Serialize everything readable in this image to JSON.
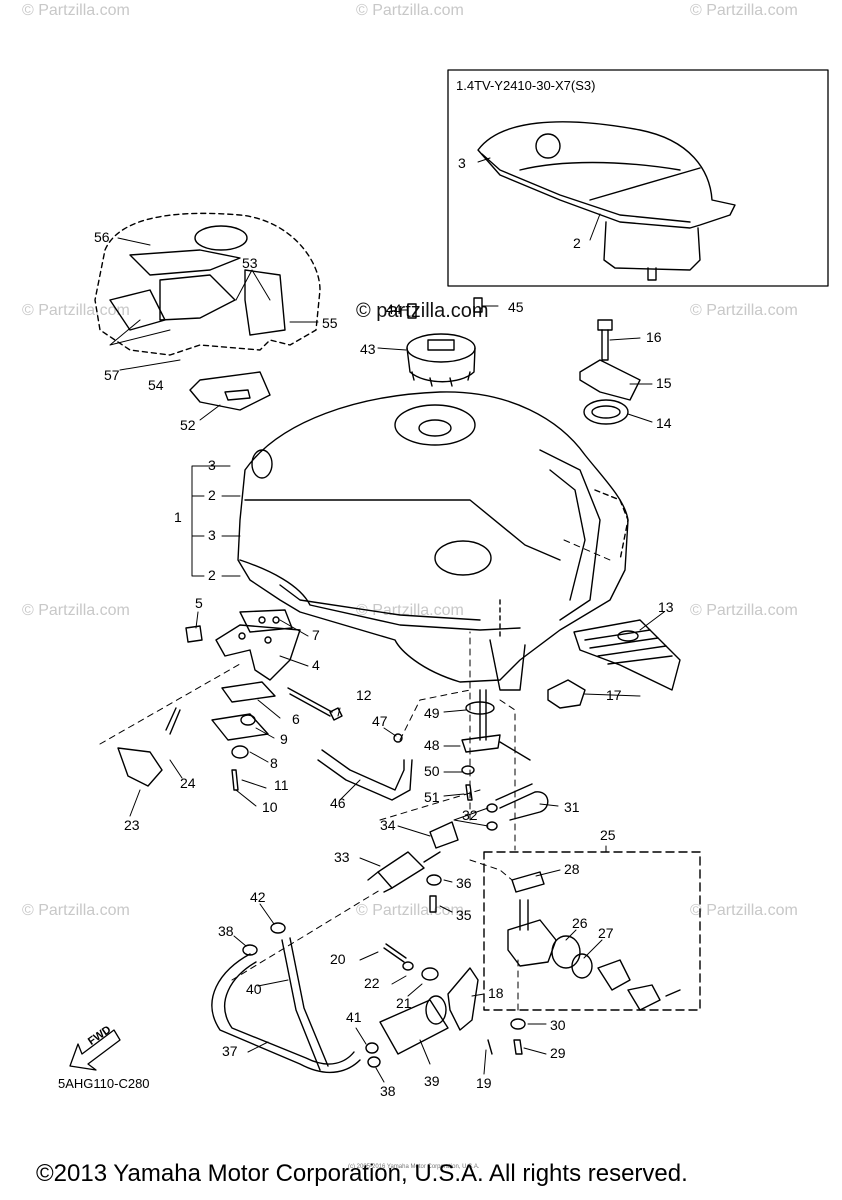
{
  "watermark": {
    "text": "© Partzilla.com",
    "text_lower": "© partzilla.com",
    "text_upper_dark": "© Partzilla.com"
  },
  "inset": {
    "title": "1.4TV-Y2410-30-X7(S3)",
    "callouts": [
      "3",
      "2"
    ]
  },
  "diagram_code": "5AHG110-C280",
  "fwd_label": "FWD",
  "fine_print": "(c) 2005-2016 Yamaha Motor Corporation, U.S.A.",
  "copyright": "©2013 Yamaha Motor Corporation, U.S.A. All rights reserved.",
  "callouts": {
    "c1": "1",
    "c2a": "2",
    "c2b": "2",
    "c3a": "3",
    "c3b": "3",
    "c4": "4",
    "c5": "5",
    "c6": "6",
    "c7": "7",
    "c8": "8",
    "c9": "9",
    "c10": "10",
    "c11": "11",
    "c12": "12",
    "c13": "13",
    "c14": "14",
    "c15": "15",
    "c16": "16",
    "c17": "17",
    "c18": "18",
    "c19": "19",
    "c20": "20",
    "c21": "21",
    "c22": "22",
    "c23": "23",
    "c24": "24",
    "c25": "25",
    "c26": "26",
    "c27": "27",
    "c28": "28",
    "c29": "29",
    "c30": "30",
    "c31": "31",
    "c32": "32",
    "c33": "33",
    "c34": "34",
    "c35": "35",
    "c36": "36",
    "c37": "37",
    "c38a": "38",
    "c38b": "38",
    "c40": "40",
    "c41": "41",
    "c42": "42",
    "c43": "43",
    "c44": "44",
    "c45": "45",
    "c46": "46",
    "c47": "47",
    "c48": "48",
    "c49": "49",
    "c50": "50",
    "c51": "51",
    "c52": "52",
    "c53": "53",
    "c54": "54",
    "c55": "55",
    "c56": "56",
    "c57": "57",
    "c39": "39"
  }
}
